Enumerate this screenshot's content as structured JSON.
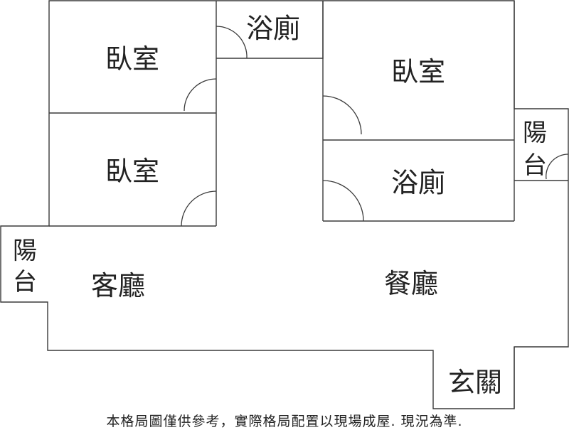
{
  "rooms": {
    "bedroom_top_left": "臥室",
    "bedroom_mid_left": "臥室",
    "bedroom_right": "臥室",
    "bathroom_top": "浴廁",
    "bathroom_right": "浴廁",
    "balcony_right_line1": "陽",
    "balcony_right_line2": "台",
    "balcony_left_line1": "陽",
    "balcony_left_line2": "台",
    "living_room": "客廳",
    "dining_room": "餐廳",
    "entrance": "玄關"
  },
  "disclaimer": "本格局圖僅供參考，實際格局配置以現場成屋. 現況為準."
}
